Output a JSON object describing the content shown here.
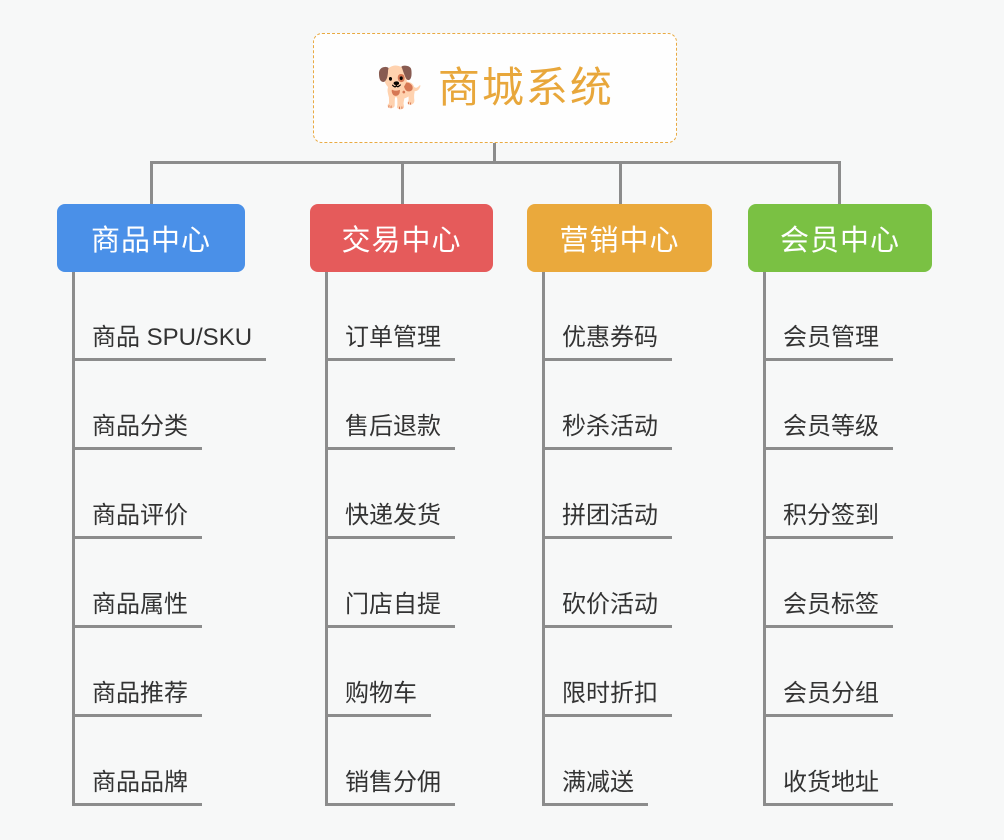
{
  "page": {
    "background_color": "#f7f8f8",
    "diagram_type": "org-chart-mindmap"
  },
  "root": {
    "icon": "shiba-dog-face-icon",
    "emoji": "🐕",
    "title": "商城系统",
    "text_color": "#e8a73b",
    "border_color": "#e9aa42",
    "background_color": "#fefefe"
  },
  "connector_color": "#8c8c8c",
  "branches": [
    {
      "id": "product-center",
      "label": "商品中心",
      "color": "#4a90e8",
      "text_color": "#ffffff",
      "items": [
        "商品 SPU/SKU",
        "商品分类",
        "商品评价",
        "商品属性",
        "商品推荐",
        "商品品牌"
      ]
    },
    {
      "id": "trade-center",
      "label": "交易中心",
      "color": "#e55b5b",
      "text_color": "#ffffff",
      "items": [
        "订单管理",
        "售后退款",
        "快递发货",
        "门店自提",
        "购物车",
        "销售分佣"
      ]
    },
    {
      "id": "marketing-center",
      "label": "营销中心",
      "color": "#eaa93c",
      "text_color": "#ffffff",
      "items": [
        "优惠券码",
        "秒杀活动",
        "拼团活动",
        "砍价活动",
        "限时折扣",
        "满减送"
      ]
    },
    {
      "id": "member-center",
      "label": "会员中心",
      "color": "#7ac143",
      "text_color": "#ffffff",
      "items": [
        "会员管理",
        "会员等级",
        "积分签到",
        "会员标签",
        "会员分组",
        "收货地址"
      ]
    }
  ]
}
